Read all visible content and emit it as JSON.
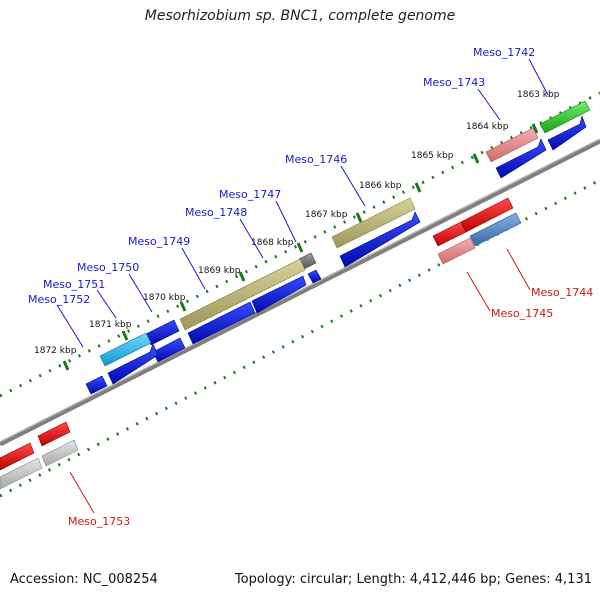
{
  "title": "Mesorhizobium sp. BNC1, complete genome",
  "footer": {
    "accession": "Accession: NC_008254",
    "topology": "Topology: circular; Length: 4,412,446 bp; Genes: 4,131"
  },
  "scale": {
    "kbp_labels": [
      "1863 kbp",
      "1864 kbp",
      "1865 kbp",
      "1866 kbp",
      "1867 kbp",
      "1868 kbp",
      "1869 kbp",
      "1870 kbp",
      "1871 kbp",
      "1872 kbp"
    ]
  },
  "colors": {
    "forward_label": "#1a1ac8",
    "reverse_label": "#cc1a1a",
    "backbone": "#808080",
    "ticks": "#1a7a1a",
    "blue": "#0a14e6",
    "red": "#f01414",
    "olive": "#b8b070",
    "cyan": "#20b8e8",
    "green": "#28c828",
    "pink": "#e88888",
    "steel": "#4f86c6",
    "lightgray": "#c8c8c8",
    "darkgray": "#7a7a7a"
  },
  "genes": {
    "forward": [
      "Meso_1742",
      "Meso_1743",
      "Meso_1746",
      "Meso_1747",
      "Meso_1748",
      "Meso_1749",
      "Meso_1750",
      "Meso_1751",
      "Meso_1752"
    ],
    "reverse": [
      "Meso_1744",
      "Meso_1745",
      "Meso_1753"
    ]
  }
}
